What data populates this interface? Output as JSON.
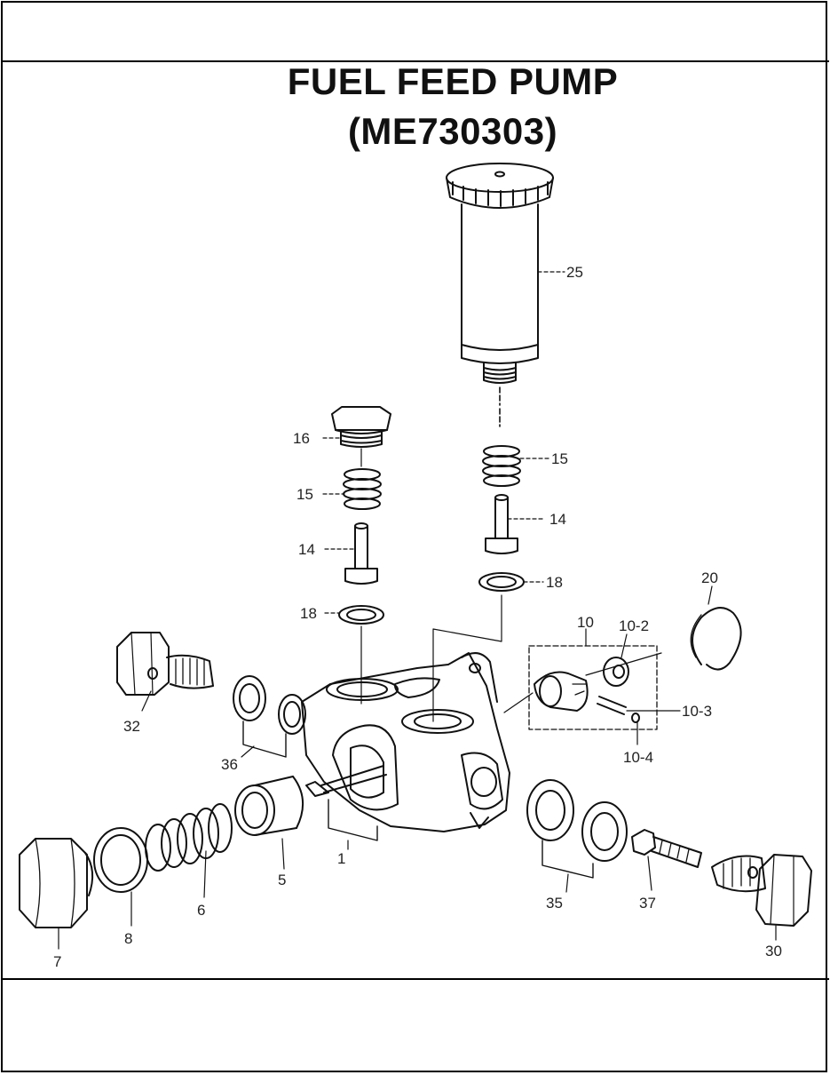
{
  "title": "FUEL FEED PUMP",
  "subtitle": "(ME730303)",
  "parts": {
    "p25": "25",
    "p16": "16",
    "p15a": "15",
    "p15b": "15",
    "p14a": "14",
    "p14b": "14",
    "p18a": "18",
    "p18b": "18",
    "p20": "20",
    "p10": "10",
    "p10_2": "10-2",
    "p10_3": "10-3",
    "p10_4": "10-4",
    "p32": "32",
    "p36": "36",
    "p1": "1",
    "p5": "5",
    "p6": "6",
    "p8": "8",
    "p7": "7",
    "p35": "35",
    "p37": "37",
    "p30": "30"
  }
}
